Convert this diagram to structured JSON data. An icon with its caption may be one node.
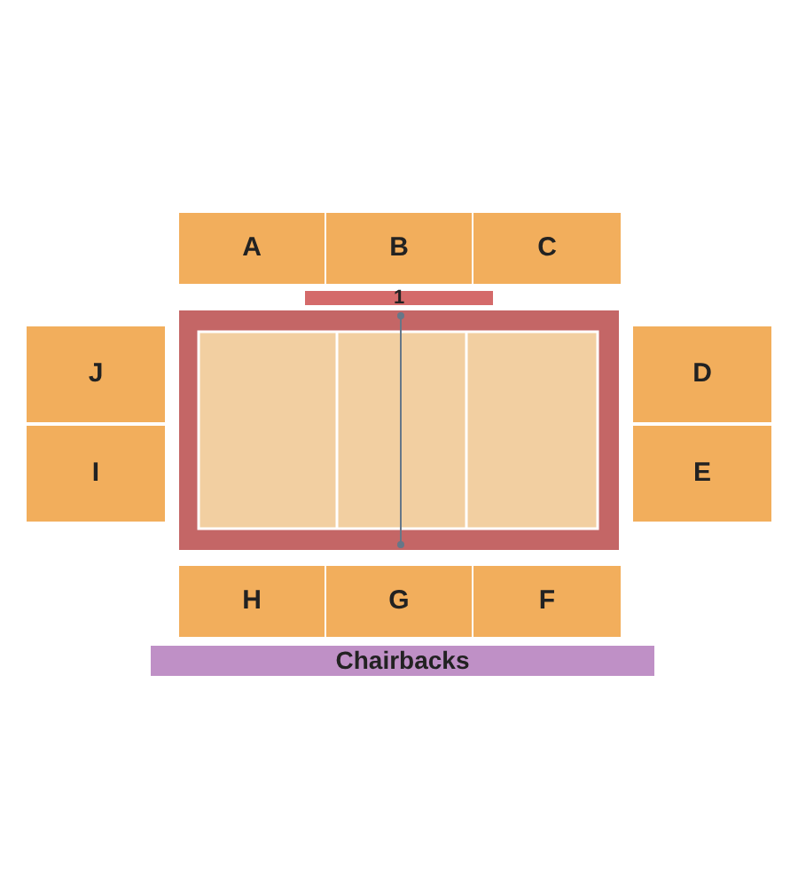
{
  "diagram": {
    "nodes": [
      {
        "text": [
          "A"
        ]
      },
      {
        "text": [
          "B"
        ]
      },
      {
        "text": [
          "C"
        ]
      },
      {
        "text": [
          "1"
        ]
      },
      {
        "text": [
          "J"
        ]
      },
      {
        "text": [
          "D"
        ]
      },
      {
        "text": [
          "I"
        ]
      },
      {
        "text": [
          "E"
        ]
      },
      {
        "text": [
          "H"
        ]
      },
      {
        "text": [
          "G"
        ]
      },
      {
        "text": [
          "F"
        ]
      },
      {
        "text": [
          "Chairbacks"
        ]
      }
    ]
  }
}
